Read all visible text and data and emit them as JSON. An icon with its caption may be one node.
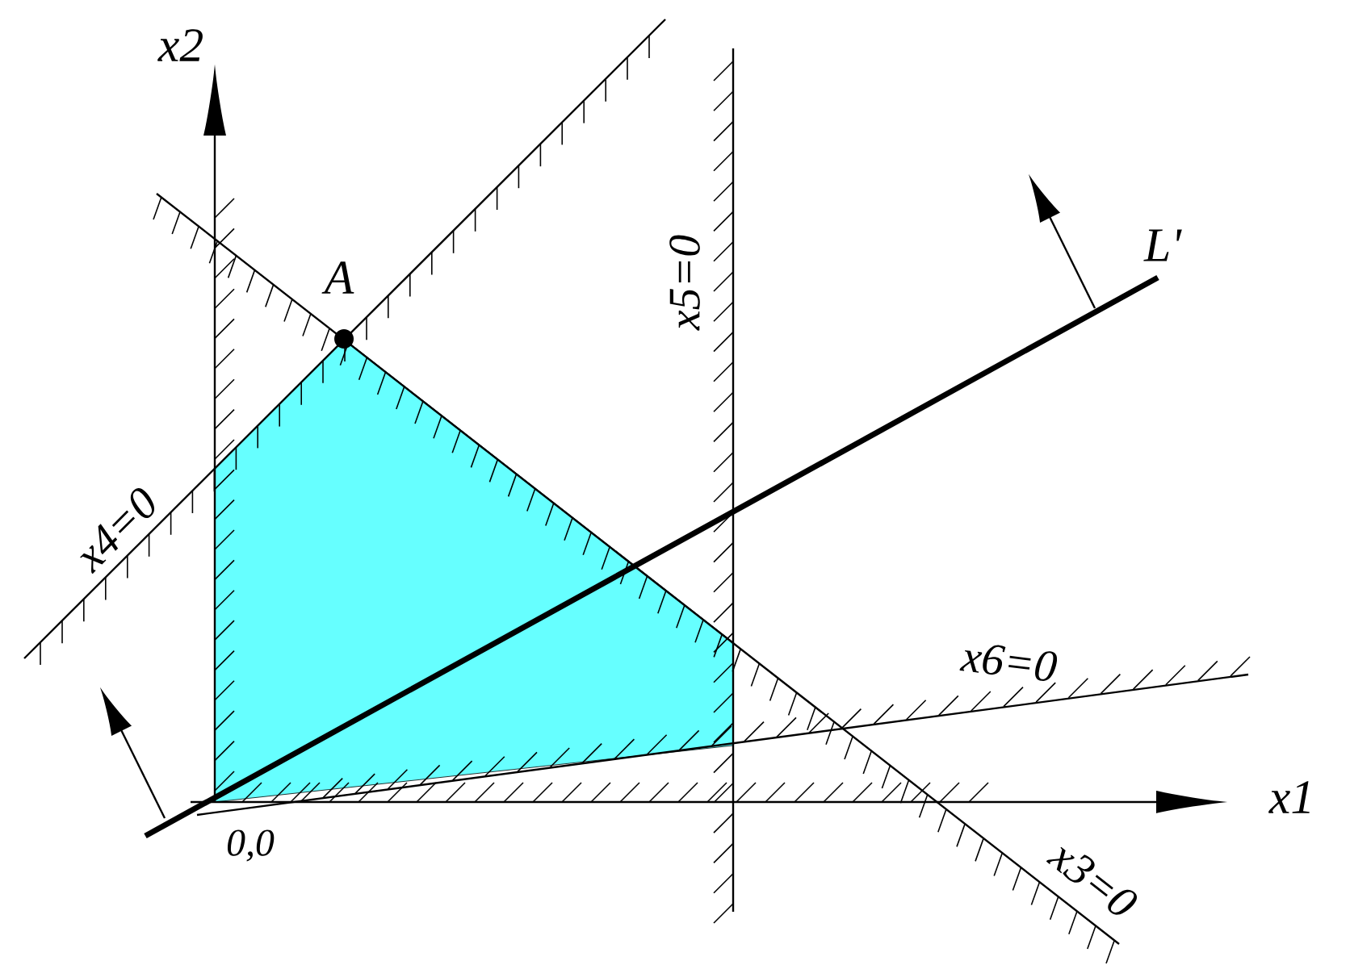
{
  "diagram": {
    "labels": [
      "x2",
      "A",
      "x5=0",
      "L'",
      "x4=0",
      "x6=0",
      "x1",
      "0,0",
      "x3=0"
    ]
  }
}
